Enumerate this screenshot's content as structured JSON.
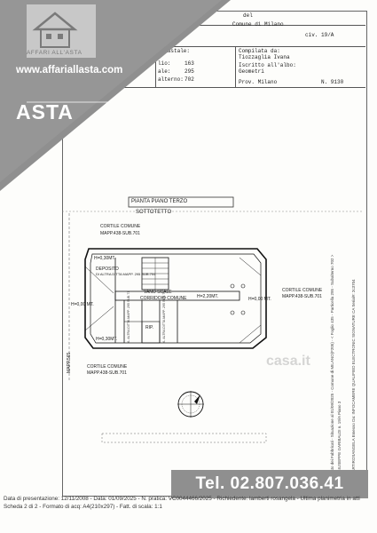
{
  "header": {
    "del": "del",
    "comune": "Comune di Milano",
    "civ": "civ. 19/A",
    "catastale": "Catastale:",
    "foglio": "163",
    "mappale": "295",
    "subalterno": "702",
    "foglio_label": "lio:",
    "mappale_label": "ale:",
    "subalterno_label": "alterno:",
    "compilata_da": "Compilata da:",
    "compilatore": "Tiozzaglia Ivana",
    "iscritto": "Iscritto all'albo:",
    "albo": "Geometri",
    "prov": "Prov. Milano",
    "numero": "N. 9130"
  },
  "plan": {
    "title": "PIANTA PIANO TERZO",
    "sottotetto": "SOTTOTETTO",
    "cortile_top": "CORTILE COMUNE",
    "mapp_top": "MAPP.438-SUB.701",
    "cortile_right": "CORTILE COMUNE",
    "mapp_right": "MAPP.438-SUB.701",
    "cortile_bottom": "CORTILE COMUNE",
    "mapp_bottom": "MAPP.438-SUB.701",
    "h_top": "H=0,30MT.",
    "h_left": "H=0,00 MT.",
    "h_bottom": "H=0,30MT.",
    "h_right": "H=0,00 MT.",
    "vano_scale": "VANO SCALE",
    "corridoio": "CORRIDOIO COMUNE",
    "rip": "RIP.",
    "mapp_side": "MAPP.565",
    "deposito": "DEPOSITO",
    "deposito_note": "DI ALTRA DITTA MAPP. 295 SUB.704",
    "cantina_left": "A. ALTRA DITTA MAPP. 295 SUB.71",
    "cantina_right": "A. ALTRA DITTA MAPP. 295 SUB.72",
    "h_interna": "H=2,20MT."
  },
  "side_notes": {
    "left": "Catasto dei Fabbricati - Situazione al 01/09/2025 - Comune di MILANO(F205) - < Foglio 435 - Particella 295 - Subalterno 702 >",
    "left2": "VIA GIUSEPPE GARIBALDI n. 19/A Piano 3",
    "right": "Firmato Da: MARTIROSANGELA Emesso Da: INFOCAMERE QUALIFIED ELECTRONIC SIGNATURE CA Serial#: 2c3704"
  },
  "banner": {
    "brand": "AFFARI ALL'ASTA",
    "website": "www.affariallasta.com",
    "label": "ASTA",
    "phone": "Tel. 02.807.036.41",
    "watermark": "casa.it"
  },
  "footer": {
    "text": "Data di presentazione: 12/11/2008 - Data: 01/09/2025 - N. pratica: VC0044466/2025 - Richiedente: lamberti rosangela - Ultima planimetria in atti",
    "text2": "Scheda 2 di 2 - Formato di acq: A4(210x297) - Fatt. di scala: 1:1"
  },
  "colors": {
    "banner": "#8f8f8f",
    "banner_dark": "#7a7a7a",
    "ink": "#222222"
  }
}
